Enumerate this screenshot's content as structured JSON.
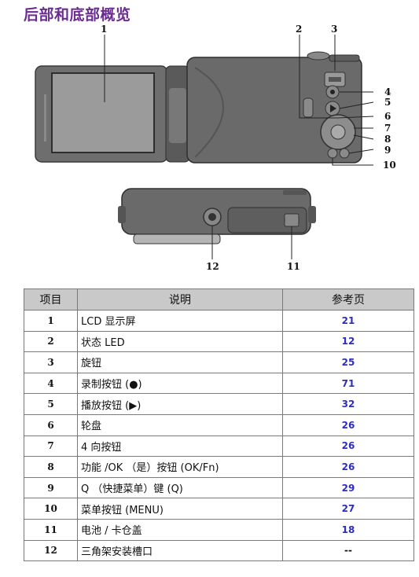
{
  "title": "后部和底部概览",
  "callouts": {
    "c1": "1",
    "c2": "2",
    "c3": "3",
    "c4": "4",
    "c5": "5",
    "c6": "6",
    "c7": "7",
    "c8": "8",
    "c9": "9",
    "c10": "10",
    "c11": "11",
    "c12": "12"
  },
  "table": {
    "headers": [
      "项目",
      "说明",
      "参考页"
    ],
    "rows": [
      {
        "item": "1",
        "desc": "LCD 显示屏",
        "page": "21"
      },
      {
        "item": "2",
        "desc": "状态 LED",
        "page": "12"
      },
      {
        "item": "3",
        "desc": "旋钮",
        "page": "25"
      },
      {
        "item": "4",
        "desc": "录制按钮 (●)",
        "page": "71"
      },
      {
        "item": "5",
        "desc": "播放按钮 (▶)",
        "page": "32"
      },
      {
        "item": "6",
        "desc": "轮盘",
        "page": "26"
      },
      {
        "item": "7",
        "desc": "4 向按钮",
        "page": "26"
      },
      {
        "item": "8",
        "desc": "功能 /OK （是）按钮 (OK/Fn)",
        "page": "26"
      },
      {
        "item": "9",
        "desc": "Q （快捷菜单）键 (Q)",
        "page": "29"
      },
      {
        "item": "10",
        "desc": "菜单按钮 (MENU)",
        "page": "27"
      },
      {
        "item": "11",
        "desc": "电池 / 卡仓盖",
        "page": "18"
      },
      {
        "item": "12",
        "desc": "三角架安装槽口",
        "page": "--"
      }
    ]
  }
}
